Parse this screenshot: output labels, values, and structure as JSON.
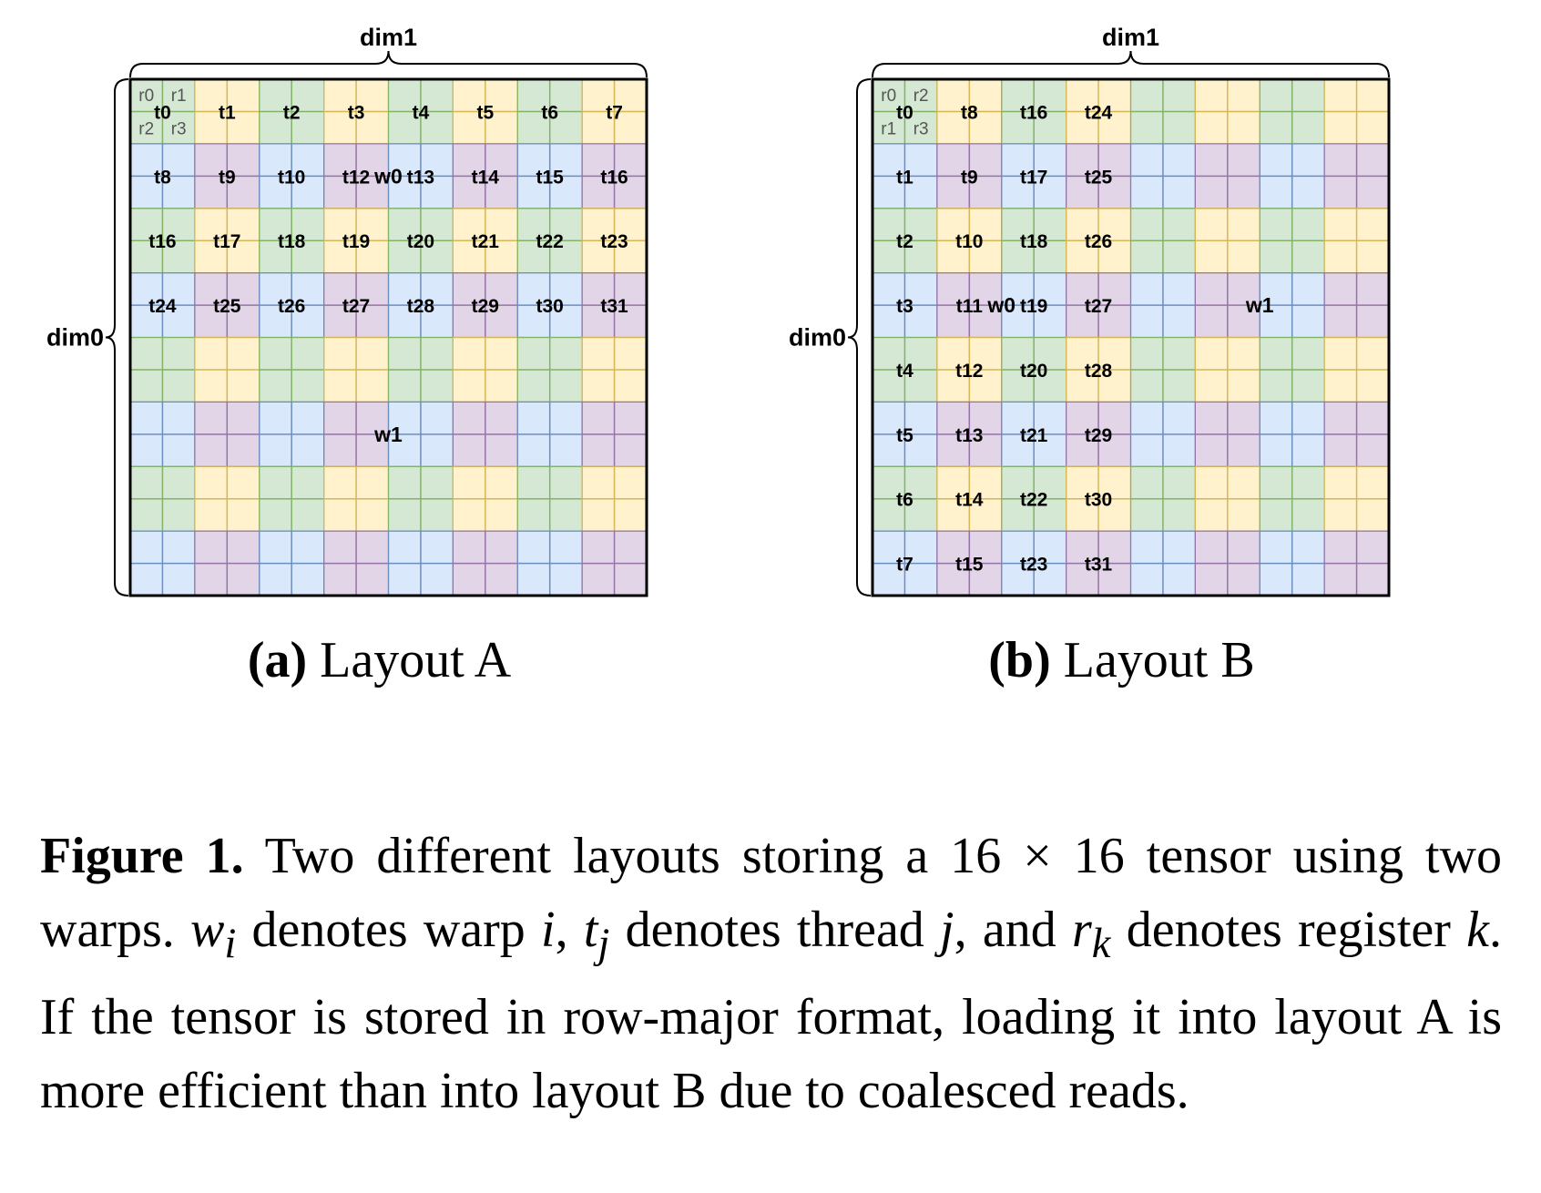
{
  "colors": {
    "green": "#d5e8d4",
    "yellow": "#fff2cc",
    "blue": "#dae8fc",
    "purple": "#e1d5e7",
    "grid_green": "#82b366",
    "grid_yellow": "#d6b656",
    "grid_blue": "#6c8ebf",
    "grid_purple": "#9673a6",
    "text": "#000000",
    "register_text": "#555555"
  },
  "panels": [
    {
      "id": "a",
      "dim1_label": "dim1",
      "dim0_label": "dim0",
      "subcaption_bold": "(a)",
      "subcaption_text": " Layout A",
      "row_colors": [
        [
          "green",
          "yellow",
          "green",
          "yellow",
          "green",
          "yellow",
          "green",
          "yellow"
        ],
        [
          "blue",
          "purple",
          "blue",
          "purple",
          "blue",
          "purple",
          "blue",
          "purple"
        ],
        [
          "green",
          "yellow",
          "green",
          "yellow",
          "green",
          "yellow",
          "green",
          "yellow"
        ],
        [
          "blue",
          "purple",
          "blue",
          "purple",
          "blue",
          "purple",
          "blue",
          "purple"
        ],
        [
          "green",
          "yellow",
          "green",
          "yellow",
          "green",
          "yellow",
          "green",
          "yellow"
        ],
        [
          "blue",
          "purple",
          "blue",
          "purple",
          "blue",
          "purple",
          "blue",
          "purple"
        ],
        [
          "green",
          "yellow",
          "green",
          "yellow",
          "green",
          "yellow",
          "green",
          "yellow"
        ],
        [
          "blue",
          "purple",
          "blue",
          "purple",
          "blue",
          "purple",
          "blue",
          "purple"
        ]
      ],
      "thread_labels": [
        [
          "t0",
          "t1",
          "t2",
          "t3",
          "t4",
          "t5",
          "t6",
          "t7"
        ],
        [
          "t8",
          "t9",
          "t10",
          "t12",
          "t13",
          "t14",
          "t15",
          "t16"
        ],
        [
          "t16",
          "t17",
          "t18",
          "t19",
          "t20",
          "t21",
          "t22",
          "t23"
        ],
        [
          "t24",
          "t25",
          "t26",
          "t27",
          "t28",
          "t29",
          "t30",
          "t31"
        ]
      ],
      "registers": [
        "r0",
        "r1",
        "r2",
        "r3"
      ],
      "warps": [
        {
          "label": "w0",
          "row": 1.5,
          "col": 4
        },
        {
          "label": "w1",
          "row": 5.5,
          "col": 4
        }
      ]
    },
    {
      "id": "b",
      "dim1_label": "dim1",
      "dim0_label": "dim0",
      "subcaption_bold": "(b)",
      "subcaption_text": " Layout B",
      "row_colors": [
        [
          "green",
          "yellow",
          "green",
          "yellow",
          "green",
          "yellow",
          "green",
          "yellow"
        ],
        [
          "blue",
          "purple",
          "blue",
          "purple",
          "blue",
          "purple",
          "blue",
          "purple"
        ],
        [
          "green",
          "yellow",
          "green",
          "yellow",
          "green",
          "yellow",
          "green",
          "yellow"
        ],
        [
          "blue",
          "purple",
          "blue",
          "purple",
          "blue",
          "purple",
          "blue",
          "purple"
        ],
        [
          "green",
          "yellow",
          "green",
          "yellow",
          "green",
          "yellow",
          "green",
          "yellow"
        ],
        [
          "blue",
          "purple",
          "blue",
          "purple",
          "blue",
          "purple",
          "blue",
          "purple"
        ],
        [
          "green",
          "yellow",
          "green",
          "yellow",
          "green",
          "yellow",
          "green",
          "yellow"
        ],
        [
          "blue",
          "purple",
          "blue",
          "purple",
          "blue",
          "purple",
          "blue",
          "purple"
        ]
      ],
      "thread_labels": [
        [
          "t0",
          "t8",
          "t16",
          "t24"
        ],
        [
          "t1",
          "t9",
          "t17",
          "t25"
        ],
        [
          "t2",
          "t10",
          "t18",
          "t26"
        ],
        [
          "t3",
          "t11",
          "t19",
          "t27"
        ],
        [
          "t4",
          "t12",
          "t20",
          "t28"
        ],
        [
          "t5",
          "t13",
          "t21",
          "t29"
        ],
        [
          "t6",
          "t14",
          "t22",
          "t30"
        ],
        [
          "t7",
          "t15",
          "t23",
          "t31"
        ]
      ],
      "registers": [
        "r0",
        "r2",
        "r1",
        "r3"
      ],
      "warps": [
        {
          "label": "w0",
          "row": 3.5,
          "col": 2
        },
        {
          "label": "w1",
          "row": 3.5,
          "col": 6
        }
      ]
    }
  ],
  "caption": {
    "figure_label": "Figure 1.",
    "text_1": " Two different layouts storing a 16 × 16 tensor using two warps. ",
    "w_sym": "w",
    "w_sub": "i",
    "text_2": " denotes warp ",
    "i_sym": "i",
    "text_3": ", ",
    "t_sym": "t",
    "t_sub": "j",
    "text_4": " denotes thread ",
    "j_sym": "j",
    "text_5": ", and ",
    "r_sym": "r",
    "r_sub": "k",
    "text_6": " denotes register ",
    "k_sym": "k",
    "text_7": ". If the tensor is stored in row-major format, loading it into layout A is more efficient than into layout B due to coalesced reads."
  }
}
